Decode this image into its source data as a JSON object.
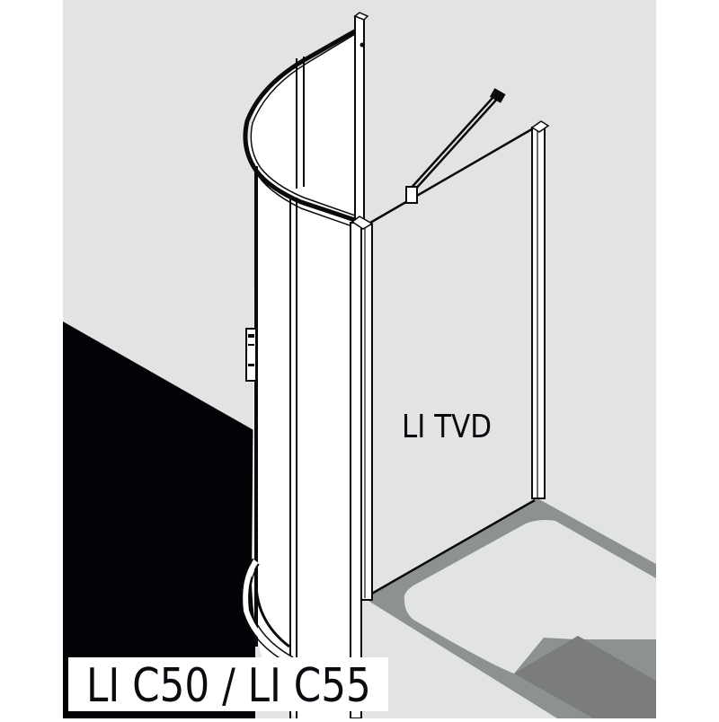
{
  "diagram": {
    "subject": "Shower enclosure product illustration",
    "labels": {
      "side_panel": "LI TVD",
      "enclosure": "LI C50 / LI C55"
    },
    "components": [
      {
        "name": "quadrant-curved-enclosure",
        "label_ref": "enclosure"
      },
      {
        "name": "curved-top-rail"
      },
      {
        "name": "curved-bottom-rail"
      },
      {
        "name": "door-handle"
      },
      {
        "name": "center-post"
      },
      {
        "name": "side-panel",
        "label_ref": "side_panel"
      },
      {
        "name": "stabilizer-bar"
      },
      {
        "name": "wall-profile"
      },
      {
        "name": "shower-tray"
      }
    ],
    "colors": {
      "background": "#ffffff",
      "wall": "#e2e4e3",
      "floor_dark": "#030307",
      "tray_rim": "#8e9192",
      "tray_step": "#7b7c7e",
      "line": "#0a0a0a",
      "glass": "#ffffff"
    }
  }
}
